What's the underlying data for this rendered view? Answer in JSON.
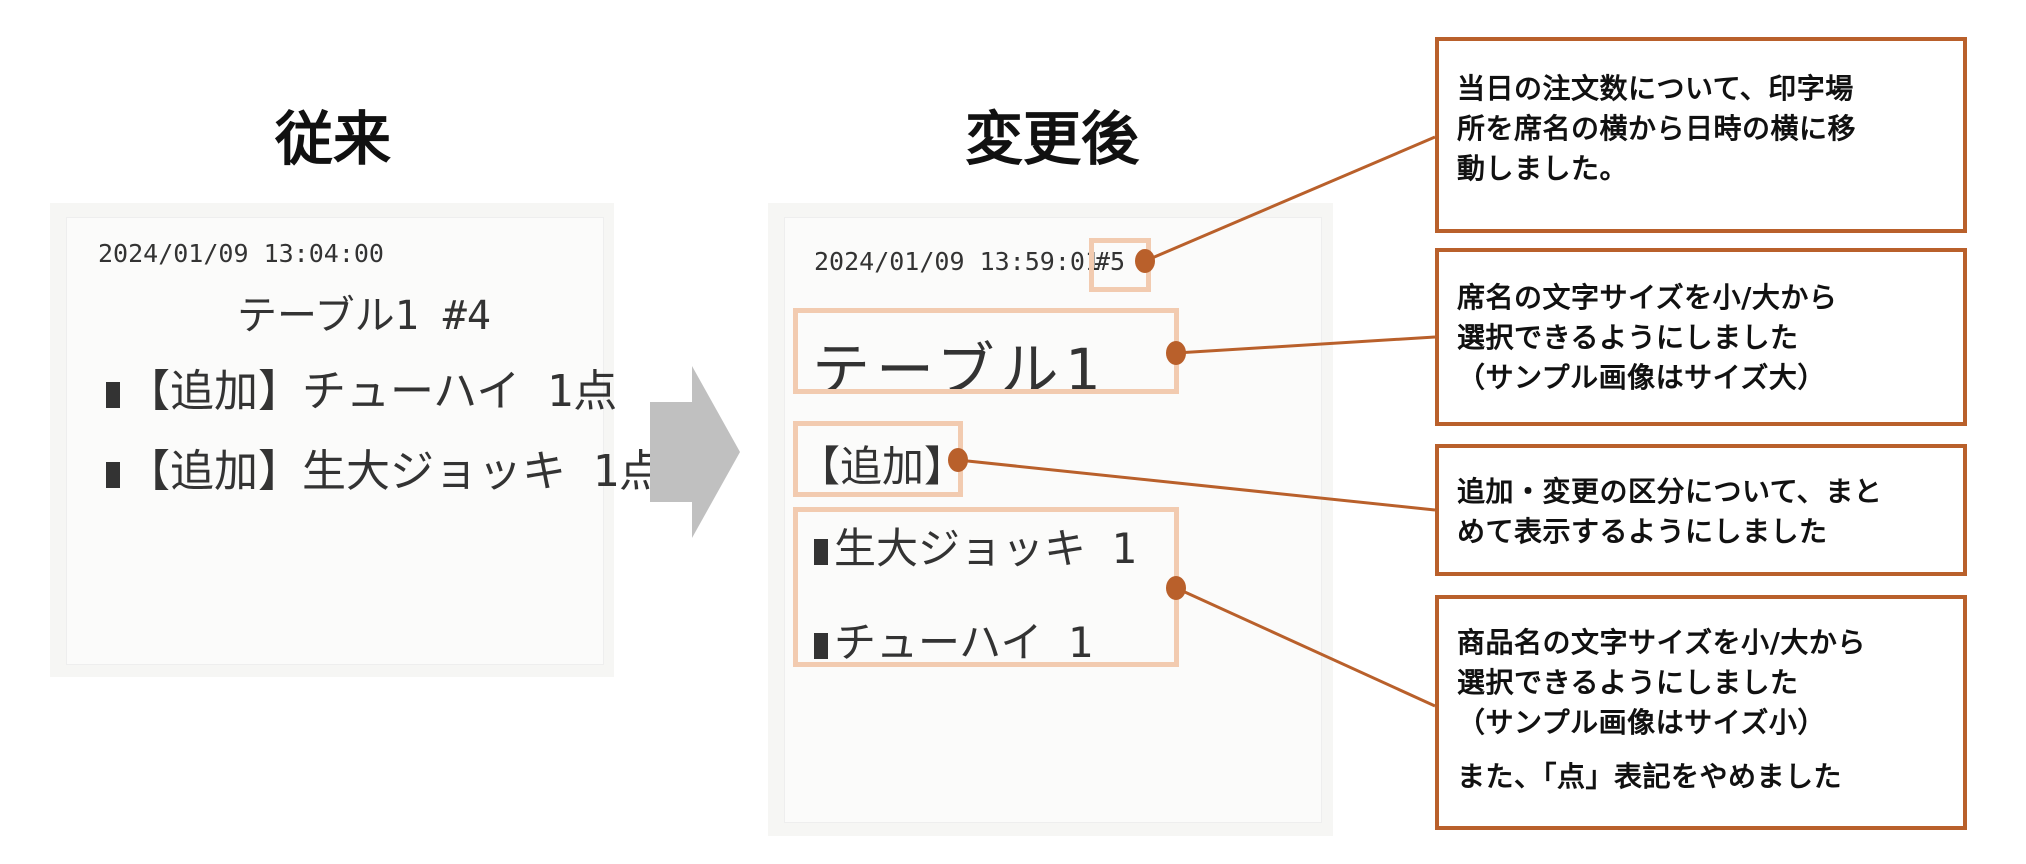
{
  "headings": {
    "before": "従来",
    "after": "変更後"
  },
  "before_receipt": {
    "datetime": "2024/01/09 13:04:00",
    "table": "テーブル1 #4",
    "items": [
      "【追加】チューハイ 1点",
      "【追加】生大ジョッキ 1点"
    ]
  },
  "after_receipt": {
    "datetime": "2024/01/09 13:59:01",
    "order_no": "#5",
    "table": "テーブル1",
    "category": "【追加】",
    "items": [
      "生大ジョッキ 1",
      "チューハイ 1"
    ]
  },
  "callouts": [
    {
      "lines": [
        "当日の注文数について、印字場",
        "所を席名の横から日時の横に移",
        "動しました。"
      ]
    },
    {
      "lines": [
        "席名の文字サイズを小/大から",
        "選択できるようにしました",
        "（サンプル画像はサイズ大）"
      ]
    },
    {
      "lines": [
        "追加・変更の区分について、まと",
        "めて表示するようにしました"
      ]
    },
    {
      "lines": [
        "商品名の文字サイズを小/大から",
        "選択できるようにしました",
        "（サンプル画像はサイズ小）"
      ],
      "extra": "また、「点」表記をやめました"
    }
  ],
  "colors": {
    "accent": "#b9602b",
    "highlight": "#f2cbb0",
    "arrow": "#c0c0c0"
  }
}
